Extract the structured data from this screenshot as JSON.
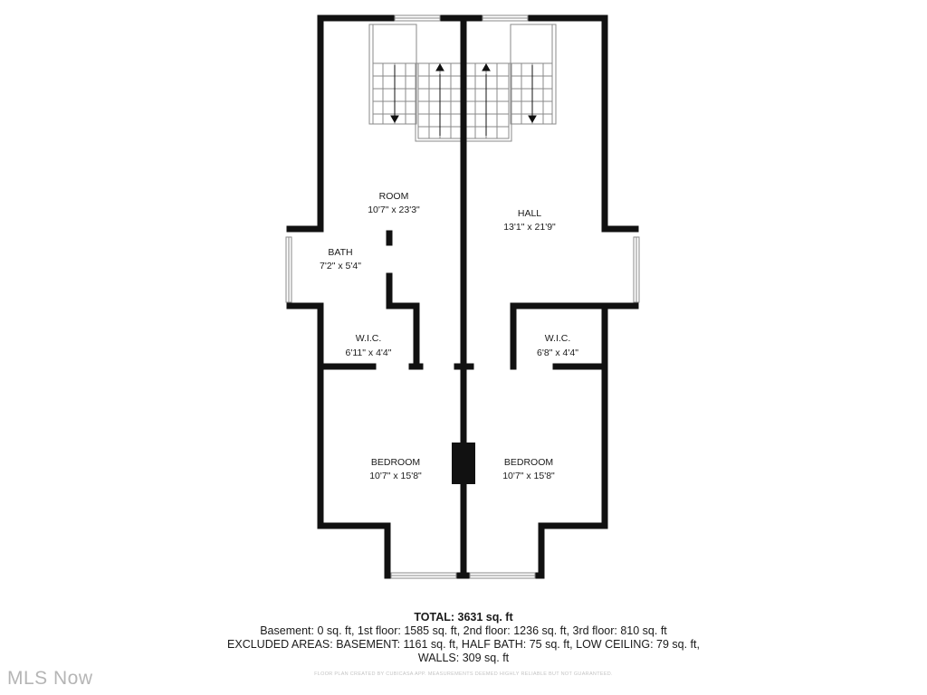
{
  "rooms": {
    "room": {
      "name": "ROOM",
      "dims": "10'7\" x 23'3\""
    },
    "hall": {
      "name": "HALL",
      "dims": "13'1\" x 21'9\""
    },
    "bath": {
      "name": "BATH",
      "dims": "7'2\" x 5'4\""
    },
    "wic_left": {
      "name": "W.I.C.",
      "dims": "6'11\" x 4'4\""
    },
    "wic_right": {
      "name": "W.I.C.",
      "dims": "6'8\" x 4'4\""
    },
    "bedroom_left": {
      "name": "BEDROOM",
      "dims": "10'7\" x 15'8\""
    },
    "bedroom_right": {
      "name": "BEDROOM",
      "dims": "10'7\" x 15'8\""
    }
  },
  "summary": {
    "total": "TOTAL: 3631 sq. ft",
    "floors": "Basement: 0 sq. ft, 1st floor: 1585 sq. ft, 2nd floor: 1236 sq. ft, 3rd floor: 810 sq. ft",
    "excluded": "EXCLUDED AREAS: BASEMENT: 1161 sq. ft, HALF BATH: 75 sq. ft, LOW CEILING: 79 sq. ft,",
    "walls": "WALLS: 309 sq. ft"
  },
  "disclaimer": "FLOOR PLAN CREATED BY CUBICASA APP. MEASUREMENTS DEEMED HIGHLY RELIABLE BUT NOT GUARANTEED.",
  "watermark": "MLS Now",
  "colors": {
    "wall": "#111111",
    "stair": "#8a8a8a",
    "window": "#9a9a9a",
    "text": "#1a1a1a",
    "watermark": "#b5b5b5"
  }
}
